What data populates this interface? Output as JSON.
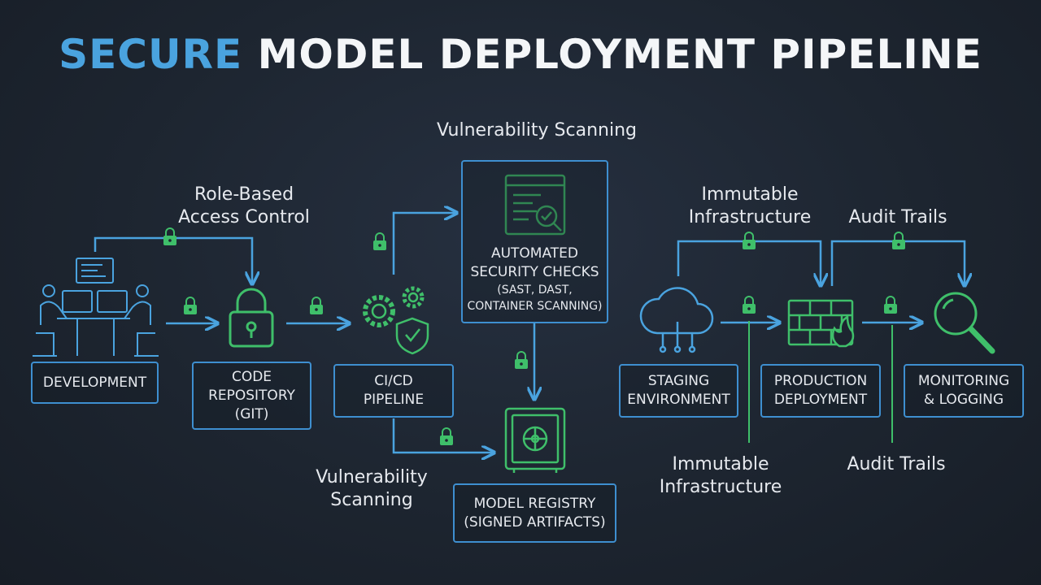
{
  "title": {
    "accent": "SECURE",
    "rest": "MODEL DEPLOYMENT PIPELINE"
  },
  "labels": {
    "rbac": "Role-Based\nAccess Control",
    "vuln_top": "Vulnerability Scanning",
    "vuln_bottom": "Vulnerability\nScanning",
    "immutable_top": "Immutable\nInfrastructure",
    "immutable_bottom": "Immutable\nInfrastructure",
    "audit_top": "Audit Trails",
    "audit_bottom": "Audit Trails"
  },
  "nodes": {
    "development": "DEVELOPMENT",
    "code_repo": "CODE\nREPOSITORY\n(GIT)",
    "cicd": "CI/CD\nPIPELINE",
    "auto_checks_title": "AUTOMATED\nSECURITY CHECKS",
    "auto_checks_sub": "(SAST, DAST,\nCONTAINER SCANNING)",
    "model_registry": "MODEL REGISTRY\n(SIGNED ARTIFACTS)",
    "staging": "STAGING\nENVIRONMENT",
    "production": "PRODUCTION\nDEPLOYMENT",
    "monitoring": "MONITORING\n& LOGGING"
  },
  "icons": {
    "development": "developers-at-desk-icon",
    "code_repo": "padlock-icon",
    "cicd": "gears-shield-icon",
    "auto_checks": "code-scan-window-icon",
    "model_registry": "vault-safe-icon",
    "staging": "cloud-network-icon",
    "production": "firewall-icon",
    "monitoring": "magnifier-icon",
    "flow_lock": "lock-icon"
  },
  "colors": {
    "accent_blue": "#4aa3df",
    "line_blue": "#3e8fd0",
    "icon_green": "#3fbf6a",
    "text": "#e6e9ee"
  }
}
